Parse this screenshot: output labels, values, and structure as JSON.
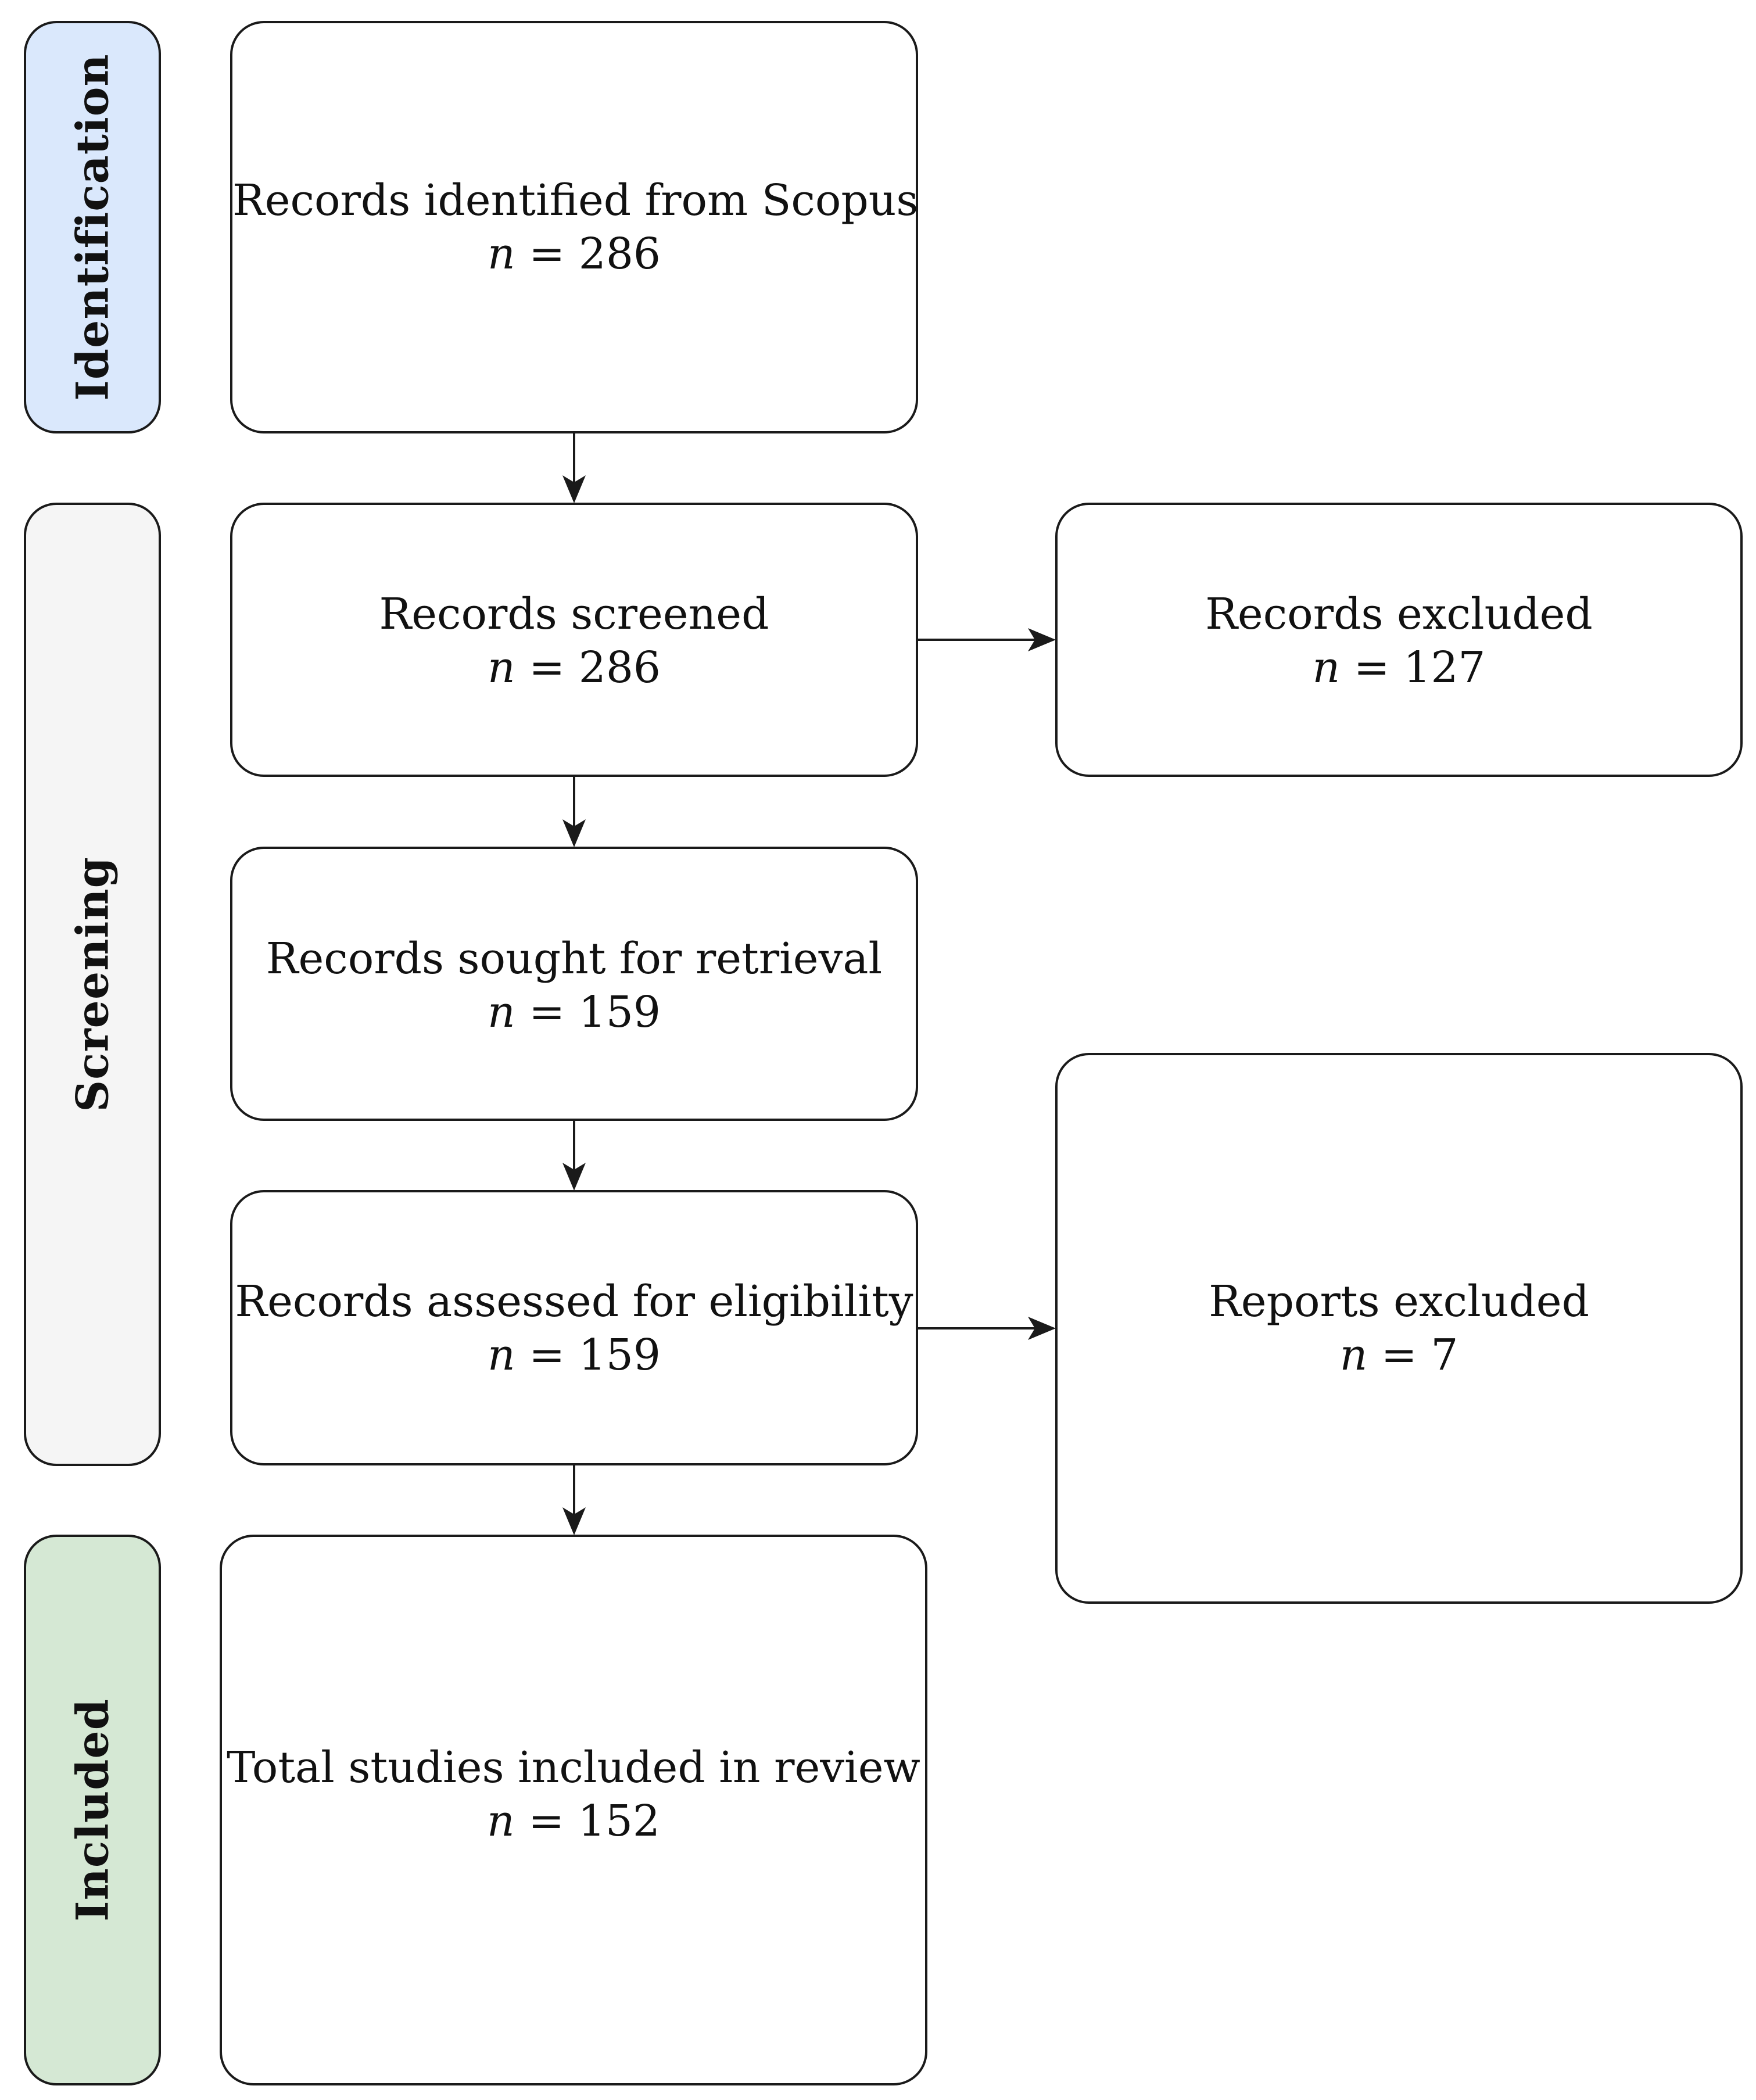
{
  "phases": {
    "identification": {
      "label": "Identification",
      "color": "#dae8fc"
    },
    "screening": {
      "label": "Screening",
      "color": "#f5f5f5"
    },
    "included": {
      "label": "Included",
      "color": "#d5e8d4"
    }
  },
  "boxes": {
    "identified": {
      "label": "Records identified from Scopus",
      "count": "n = 286"
    },
    "screened": {
      "label": "Records screened",
      "count": "n = 286"
    },
    "excluded_records": {
      "label": "Records excluded",
      "count": "n = 127"
    },
    "sought": {
      "label": "Records sought for retrieval",
      "count": "n = 159"
    },
    "assessed": {
      "label": "Records assessed for eligibility",
      "count": "n = 159"
    },
    "excluded_reports": {
      "label": "Reports excluded",
      "count": "n = 7"
    },
    "included_total": {
      "label": "Total studies included in review",
      "count": "n = 152"
    }
  },
  "colors": {
    "stroke": "#1a1a1a",
    "background": "#ffffff"
  }
}
